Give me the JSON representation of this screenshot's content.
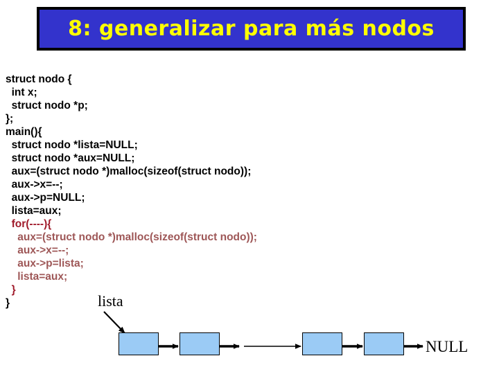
{
  "slide": {
    "title": "8: generalizar para más nodos",
    "title_bg": "#3333CC",
    "title_fg": "#FFFF00",
    "title_border": "#000000"
  },
  "code": {
    "colors": {
      "black": "#000000",
      "dark_red": "#A01B2B",
      "rose": "#9E5757"
    },
    "lines": [
      {
        "text": "struct nodo {",
        "color": "black"
      },
      {
        "text": "  int x;",
        "color": "black"
      },
      {
        "text": "  struct nodo *p;",
        "color": "black"
      },
      {
        "text": "};",
        "color": "black"
      },
      {
        "text": "main(){",
        "color": "black"
      },
      {
        "text": "  struct nodo *lista=NULL;",
        "color": "black"
      },
      {
        "text": "  struct nodo *aux=NULL;",
        "color": "black"
      },
      {
        "text": "  aux=(struct nodo *)malloc(sizeof(struct nodo));",
        "color": "black"
      },
      {
        "text": "  aux->x=--;",
        "color": "black"
      },
      {
        "text": "  aux->p=NULL;",
        "color": "black"
      },
      {
        "text": "  lista=aux;",
        "color": "black"
      },
      {
        "text": "  for(----){",
        "color": "dark_red"
      },
      {
        "text": "    aux=(struct nodo *)malloc(sizeof(struct nodo));",
        "color": "rose"
      },
      {
        "text": "    aux->x=--;",
        "color": "rose"
      },
      {
        "text": "    aux->p=lista;",
        "color": "rose"
      },
      {
        "text": "    lista=aux;",
        "color": "rose"
      },
      {
        "text": "  }",
        "color": "dark_red"
      },
      {
        "text": "}",
        "color": "black"
      }
    ]
  },
  "diagram": {
    "pointer_label": "lista",
    "terminator_label": "NULL",
    "node_fill": "#9BCBF5",
    "node_stroke": "#000000",
    "node_count": 4
  }
}
